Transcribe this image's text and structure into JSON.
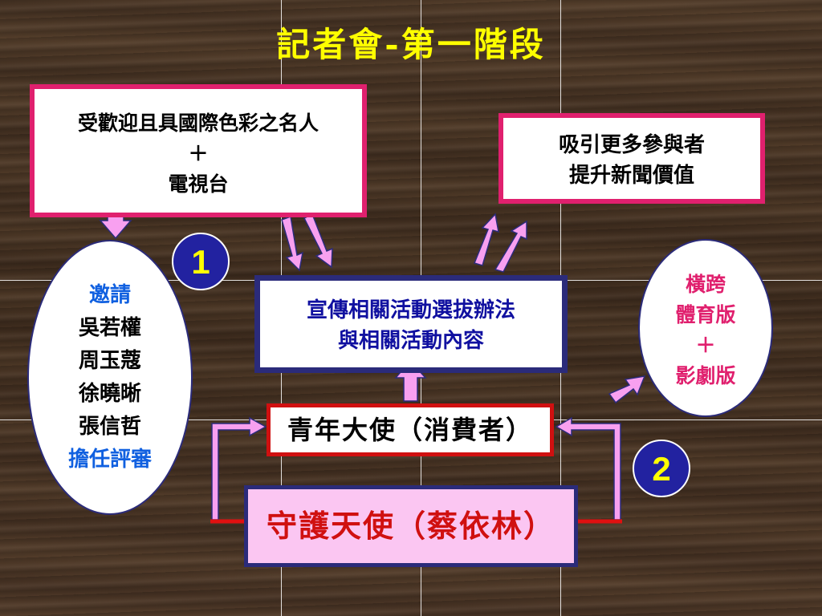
{
  "title": "記者會-第一階段",
  "celebrities_box": {
    "line1": "受歡迎且具國際色彩之名人",
    "line2": "＋",
    "line3": "電視台"
  },
  "attract_box": {
    "line1": "吸引更多參與者",
    "line2": "提升新聞價值"
  },
  "promote_box": {
    "line1": "宣傳相關活動選拔辦法",
    "line2": "與相關活動內容"
  },
  "youth_box": {
    "label": "青年大使（消費者）"
  },
  "guardian_box": {
    "label": "守護天使（蔡依林）"
  },
  "judges_ellipse": {
    "heading": "邀請",
    "names": [
      "吳若權",
      "周玉蔻",
      "徐曉晰",
      "張信哲"
    ],
    "footer": "擔任評審"
  },
  "sections_ellipse": {
    "line1": "橫跨",
    "line2": "體育版",
    "line3": "＋",
    "line4": "影劇版"
  },
  "badges": [
    "1",
    "2"
  ],
  "colors": {
    "title": "#ffff00",
    "box_border_pink": "#e0206e",
    "box_border_navy": "#2b2b7a",
    "arrow_fill": "#f8a0f0",
    "youth_border": "#d01010",
    "guardian_fill": "#fbc6f2",
    "guardian_text": "#d01010",
    "promote_text": "#1010a0",
    "judges_highlight": "#1060e0",
    "sections_text": "#e0206e",
    "badge_fill": "#2222a0",
    "badge_text": "#ffff00"
  }
}
